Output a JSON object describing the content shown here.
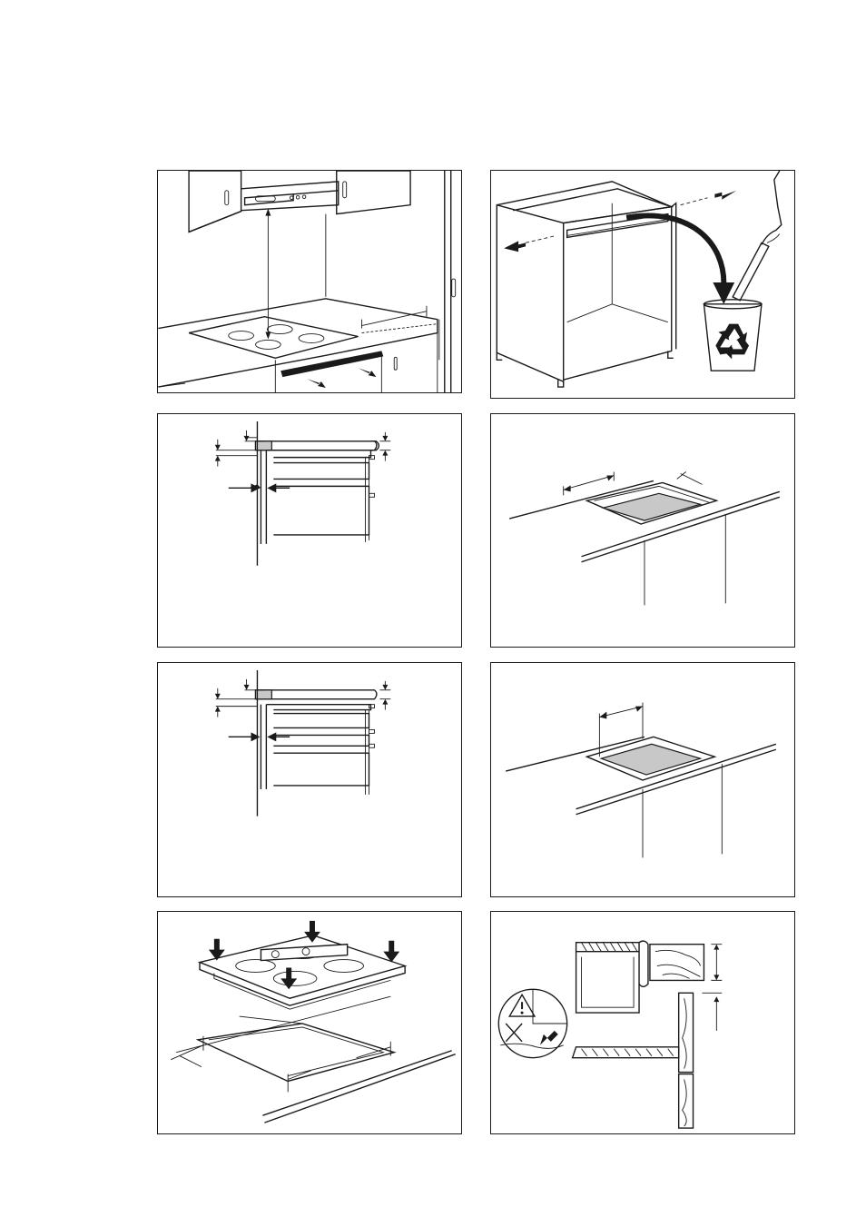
{
  "figures": [
    {
      "id": "fig-hood-clearance",
      "icon": "kitchen-hood-clearance-illustration"
    },
    {
      "id": "fig-cabinet-remove-panel",
      "icon": "recycle-bin-icon"
    },
    {
      "id": "fig-side-section-oven",
      "icon": "section-diagram"
    },
    {
      "id": "fig-cutout-worktop",
      "icon": "worktop-cutout"
    },
    {
      "id": "fig-side-section-drawers",
      "icon": "section-diagram"
    },
    {
      "id": "fig-cutout-depth",
      "icon": "worktop-cutout"
    },
    {
      "id": "fig-press-hob-into-seal",
      "icon": "hob-installation"
    },
    {
      "id": "fig-warning-wood-protection",
      "icon": "warning-triangle-icon"
    }
  ],
  "colors": {
    "line": "#1a1a1a",
    "fill_grey": "#c8c8c8",
    "background": "#ffffff"
  }
}
